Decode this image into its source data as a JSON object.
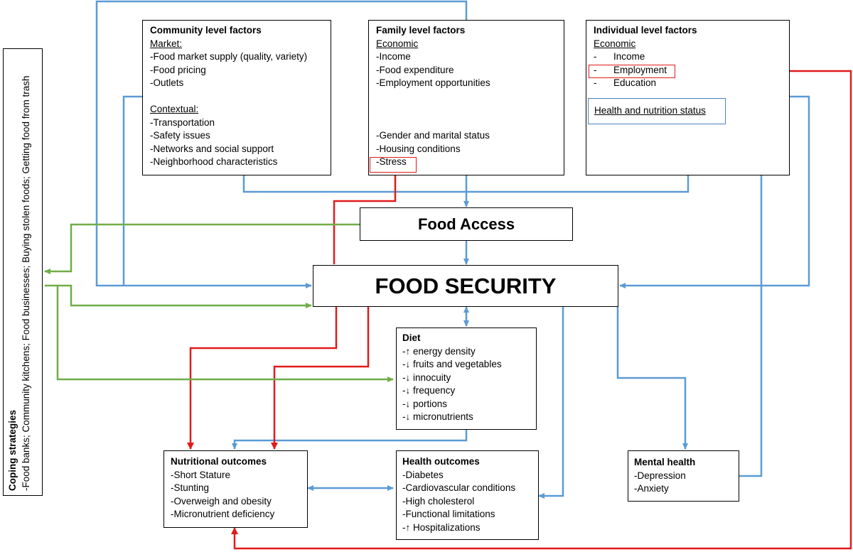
{
  "community": {
    "title": "Community level factors",
    "market_heading": "Market:",
    "market_items": [
      "-Food market supply (quality, variety)",
      "-Food pricing",
      "-Outlets"
    ],
    "contextual_heading": "Contextual:",
    "contextual_items": [
      "-Transportation",
      "-Safety issues",
      "-Networks and social support",
      "-Neighborhood characteristics"
    ]
  },
  "family": {
    "title": "Family level factors",
    "economic_heading": "Economic",
    "economic_items": [
      "-Income",
      "-Food expenditure",
      "-Employment opportunities"
    ],
    "other_items": [
      "-Gender and marital status",
      "-Housing conditions"
    ],
    "stress": "-Stress"
  },
  "individual": {
    "title": "Individual level factors",
    "economic_heading": "Economic",
    "items": [
      {
        "dash": "-",
        "label": "Income"
      },
      {
        "dash": "-",
        "label": "Employment"
      },
      {
        "dash": "-",
        "label": "Education"
      }
    ],
    "health_status": "Health and nutrition status"
  },
  "food_access": "Food Access",
  "food_security": "FOOD SECURITY",
  "diet": {
    "title": "Diet",
    "items": [
      "-↑ energy density",
      "-↓ fruits and vegetables",
      "-↓ innocuity",
      "-↓ frequency",
      "-↓ portions",
      "-↓ micronutrients"
    ]
  },
  "nutritional": {
    "title": "Nutritional outcomes",
    "items": [
      "-Short Stature",
      "-Stunting",
      "-Overweigh and obesity",
      "-Micronutrient deficiency"
    ]
  },
  "health": {
    "title": "Health outcomes",
    "items": [
      "-Diabetes",
      "-Cardiovascular  conditions",
      "-High cholesterol",
      "-Functional limitations",
      "-↑ Hospitalizations"
    ]
  },
  "mental": {
    "title": "Mental health",
    "items": [
      "-Depression",
      "-Anxiety"
    ]
  },
  "coping": {
    "title": "Coping strategies",
    "text": "-Food banks; Community kitchens; Food businesses;  Buying stolen foods; Getting food from trash"
  },
  "colors": {
    "blue": "#5b9bd5",
    "red": "#e11b1b",
    "green": "#70ad47",
    "box_border": "#000000"
  }
}
